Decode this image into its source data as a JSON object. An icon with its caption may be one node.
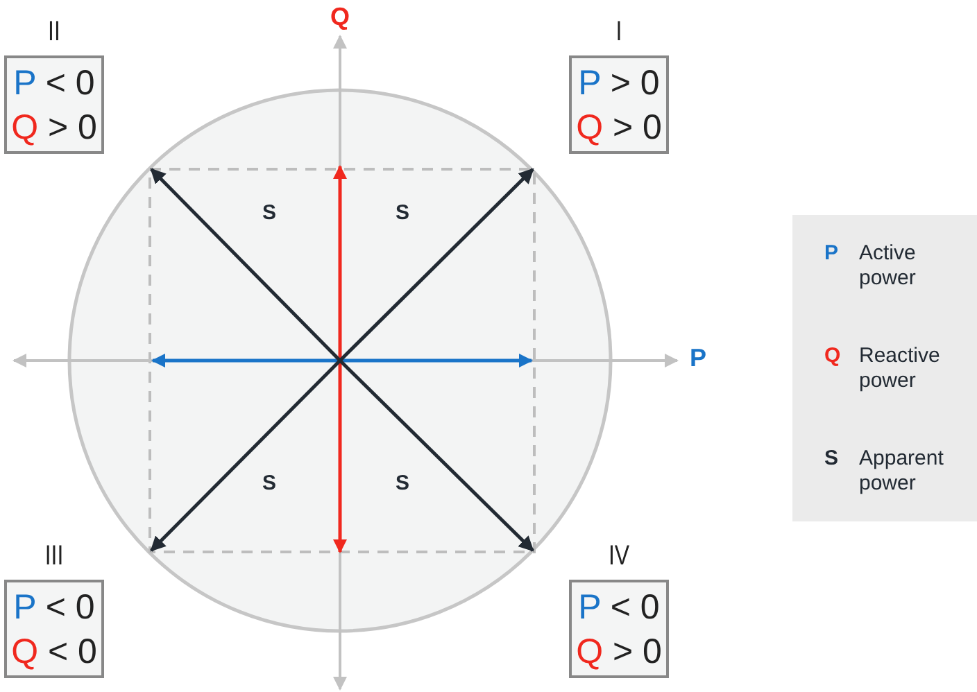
{
  "diagram": {
    "nodes": [
      {
        "text": [
          "II",
          "P < 0",
          "Q > 0"
        ]
      },
      {
        "text": [
          "I",
          "P > 0",
          "Q > 0"
        ]
      },
      {
        "text": [
          "III",
          "P < 0",
          "Q < 0"
        ]
      },
      {
        "text": [
          "IV",
          "P < 0",
          "Q > 0"
        ]
      }
    ],
    "labels": [
      "Q",
      "P",
      "S",
      "S",
      "S",
      "S",
      "P",
      "Active power",
      "Q",
      "Reactive power",
      "S",
      "Apparent power"
    ]
  }
}
